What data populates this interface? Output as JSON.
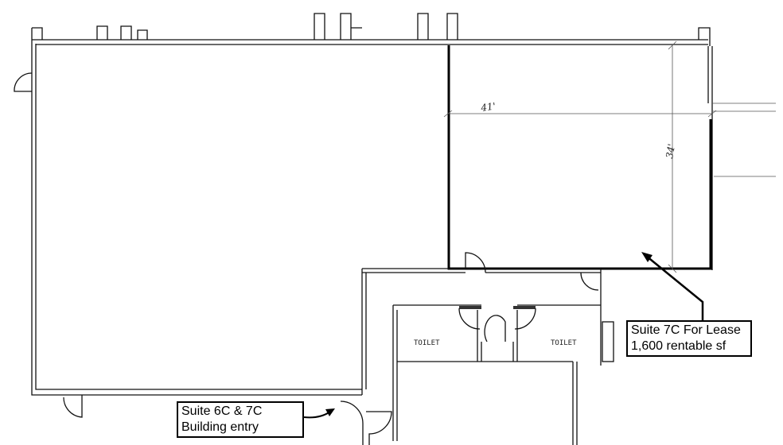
{
  "plan": {
    "dimension_width": "41'",
    "dimension_depth": "34'",
    "rooms": [
      {
        "label": "TOILET"
      },
      {
        "label": "TOILET"
      }
    ]
  },
  "callouts": {
    "entry": {
      "line1": "Suite 6C & 7C",
      "line2": "Building entry"
    },
    "lease": {
      "line1": "Suite 7C For Lease",
      "line2": "1,600 rentable sf"
    }
  }
}
